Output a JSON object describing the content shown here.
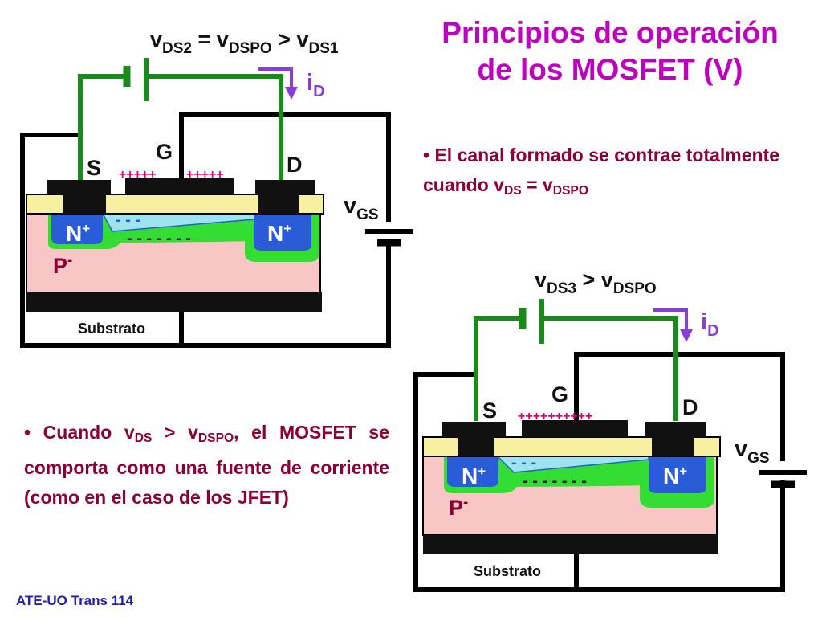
{
  "title": {
    "line1": "Principios de operación",
    "line2": "de los MOSFET (V)"
  },
  "bullet1": {
    "text": "• El canal formado se contrae totalmente cuando ",
    "v1": "v",
    "s1": "DS",
    "eq": " = ",
    "v2": "v",
    "s2": "DSPO"
  },
  "bullet2": {
    "pre": "• Cuando ",
    "v1": "v",
    "s1": "DS",
    "mid": " > ",
    "v2": "v",
    "s2": "DSPO",
    "post": ", el MOSFET se comporta como una fuente de corriente (como en el caso de los JFET)"
  },
  "diagram1": {
    "eq": {
      "v1": "v",
      "s1": "DS2",
      "op1": " = ",
      "v2": "v",
      "s2": "DSPO",
      "op2": " > ",
      "v3": "v",
      "s3": "DS1"
    },
    "id": {
      "v": "i",
      "s": "D"
    },
    "vgs": {
      "v": "v",
      "s": "GS"
    },
    "gate": "G",
    "source": "S",
    "drain": "D",
    "plus_left": "+++++",
    "plus_right": "+++++",
    "minus_top": "- - -",
    "minus_bottom": "- - - - - - -",
    "n_left": "N",
    "n_left_sup": "+",
    "n_right": "N",
    "n_right_sup": "+",
    "p": "P",
    "p_sup": "-",
    "substrate": "Substrato"
  },
  "diagram2": {
    "eq": {
      "v1": "v",
      "s1": "DS3",
      "op1": " > ",
      "v2": "v",
      "s2": "DSPO"
    },
    "id": {
      "v": "i",
      "s": "D"
    },
    "vgs": {
      "v": "v",
      "s": "GS"
    },
    "gate": "G",
    "source": "S",
    "drain": "D",
    "plus": "++++++++++",
    "minus_top": "- - -",
    "minus_bottom": "- - - - - - -",
    "n_left": "N",
    "n_left_sup": "+",
    "n_right": "N",
    "n_right_sup": "+",
    "p": "P",
    "p_sup": "-",
    "substrate": "Substrato"
  },
  "footer": "ATE-UO Trans 114",
  "colors": {
    "title": "#c000c0",
    "text": "#8b0038",
    "wire_green": "#1a8a1a",
    "arrow": "#8a3dd6",
    "n_region": "#2a5cd8",
    "green_region": "#33dd33",
    "channel": "#9de4f0",
    "oxide": "#f7f0a0",
    "p_region": "#f8c6c4",
    "footer": "#2020b0"
  }
}
